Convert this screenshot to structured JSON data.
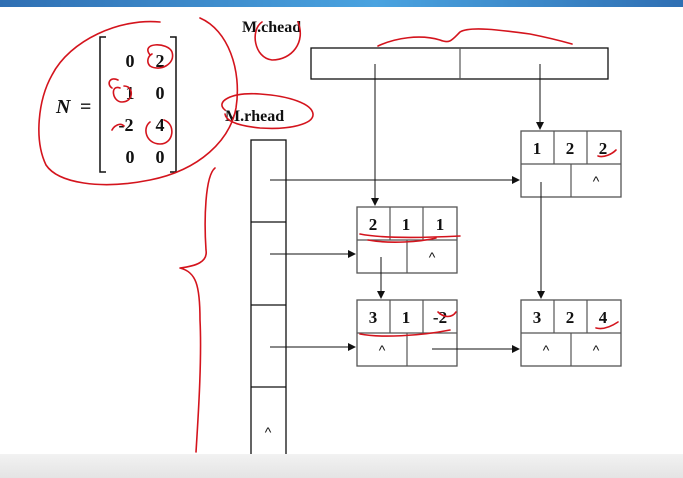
{
  "labels": {
    "chead": "M.chead",
    "rhead": "M.rhead",
    "matrix_name": "N",
    "equals": "="
  },
  "matrix": {
    "rows": [
      [
        "0",
        "2"
      ],
      [
        "1",
        "0"
      ],
      [
        "-2",
        "4"
      ],
      [
        "0",
        "0"
      ]
    ]
  },
  "rhead_list": {
    "last_cell": "^"
  },
  "nodes": {
    "n122": {
      "i": "1",
      "j": "2",
      "e": "2",
      "down": "^"
    },
    "n211": {
      "i": "2",
      "j": "1",
      "e": "1",
      "right": "^"
    },
    "n31m2": {
      "i": "3",
      "j": "1",
      "e": "-2",
      "down": "^"
    },
    "n324": {
      "i": "3",
      "j": "2",
      "e": "4",
      "down": "^",
      "right": "^"
    }
  },
  "annotation_color": "#d4141d"
}
